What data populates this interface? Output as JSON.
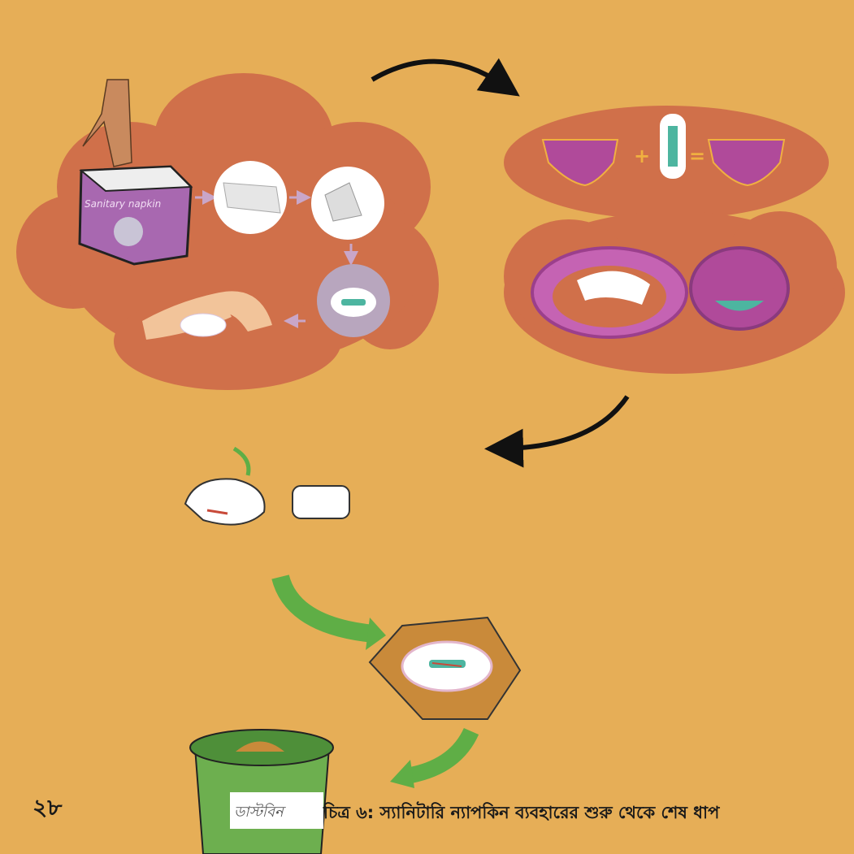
{
  "page_number": "২৮",
  "caption": "চিত্র ৬: স্যানিটারি ন্যাপকিন ব্যবহারের শুরু থেকে শেষ ধাপ",
  "illustration": {
    "package_logo_text": "Sanitary napkin",
    "bin_label": "ডাস্টবিন"
  },
  "colors": {
    "background": "#E6AE57",
    "cloud": "#D0704A",
    "green_arrow": "#5FAE46",
    "bin": "#6DAF4F",
    "package": "#A868B0",
    "underwear": "#B04A9A"
  }
}
